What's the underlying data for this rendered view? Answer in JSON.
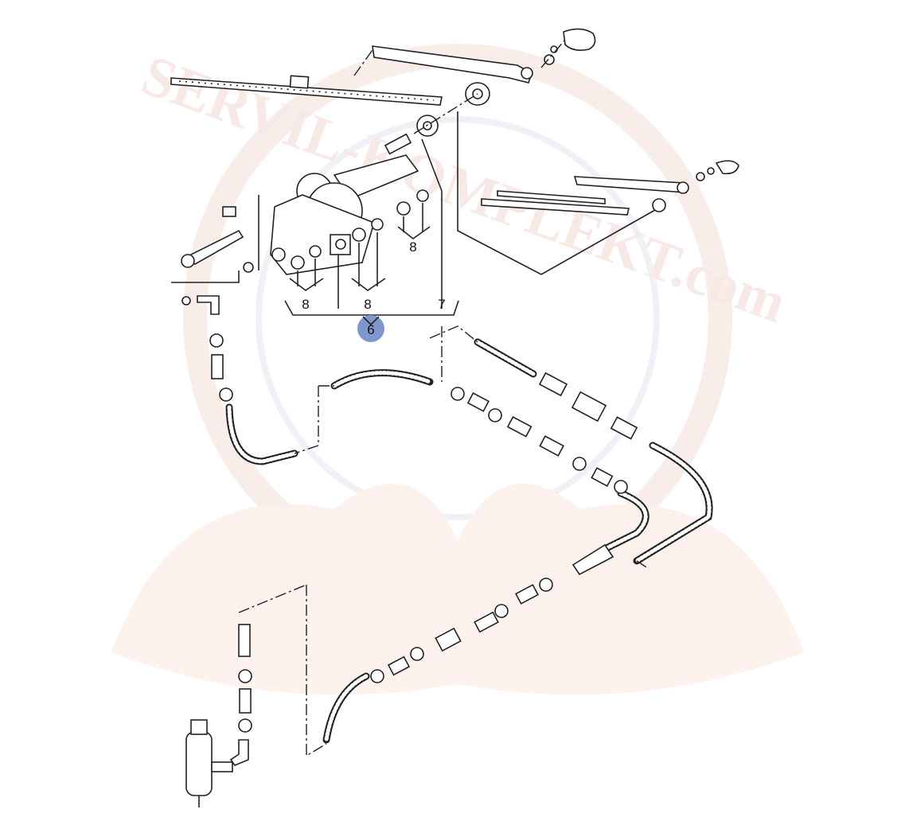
{
  "diagram": {
    "watermark": "SERVIL-KOMPLEKT.com",
    "highlight_color": "#7f97cc",
    "callouts": [
      {
        "id": "callout-8-right",
        "text": "8"
      },
      {
        "id": "callout-8-left",
        "text": "8"
      },
      {
        "id": "callout-8-middle",
        "text": "8"
      },
      {
        "id": "callout-7",
        "text": "7"
      },
      {
        "id": "callout-6",
        "text": "6",
        "highlighted": true
      }
    ]
  }
}
